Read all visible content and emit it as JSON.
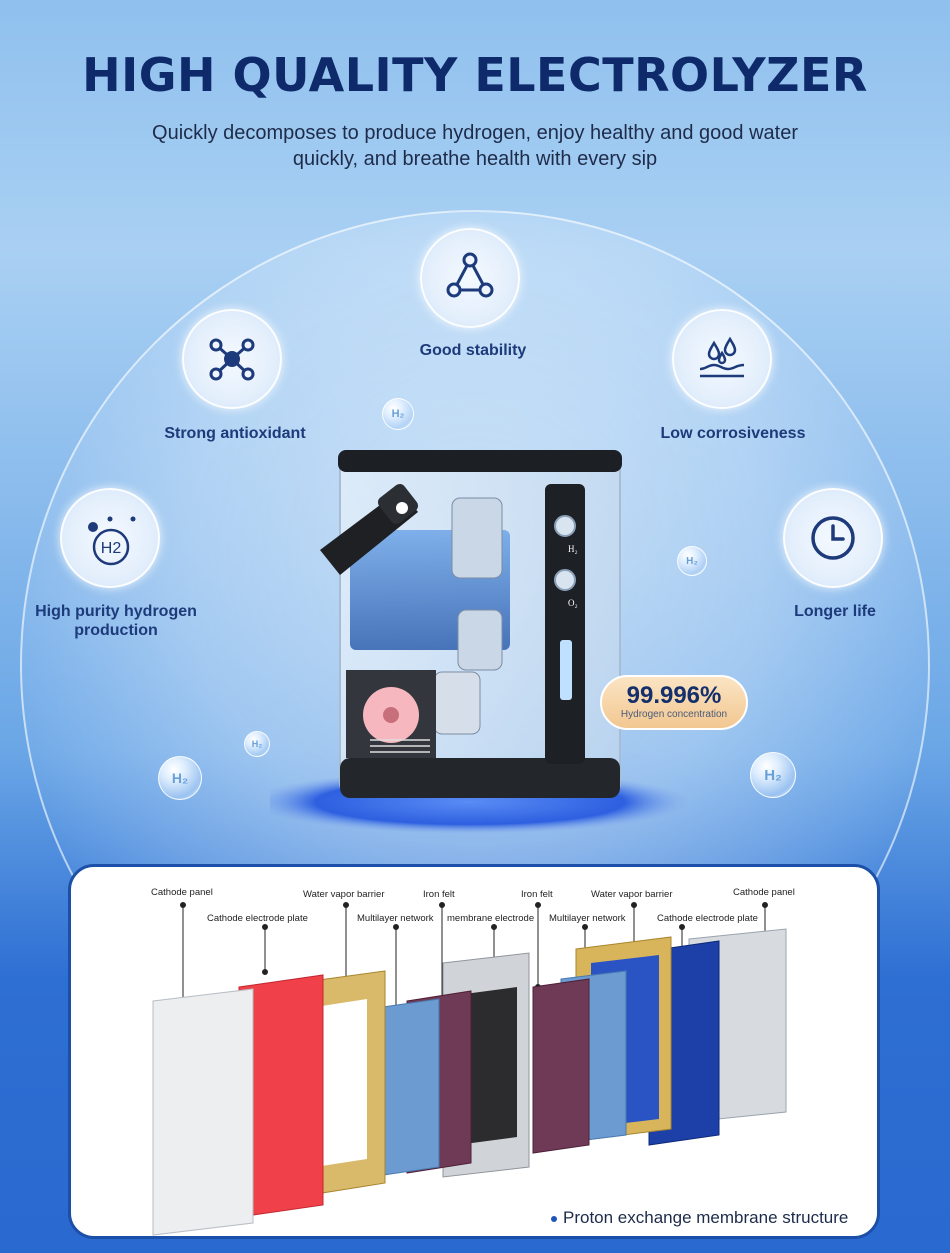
{
  "header": {
    "title": "HIGH QUALITY ELECTROLYZER",
    "subtitle": "Quickly decomposes to produce hydrogen, enjoy healthy and good water quickly, and breathe health with every sip"
  },
  "features": [
    {
      "label": "Good stability",
      "icon": "triangle-nodes-icon"
    },
    {
      "label": "Strong antioxidant",
      "icon": "molecule-icon"
    },
    {
      "label": "Low corrosiveness",
      "icon": "water-drops-icon"
    },
    {
      "label": "High purity hydrogen production",
      "icon": "h2-bubbles-icon"
    },
    {
      "label": "Longer life",
      "icon": "clock-icon"
    }
  ],
  "bubble_label": "H₂",
  "h2_icon_text": "H2",
  "stat": {
    "value": "99.996%",
    "caption": "Hydrogen concentration"
  },
  "device_labels": {
    "h2": "H₂",
    "o2": "O₂"
  },
  "diagram": {
    "labels": [
      "Cathode panel",
      "Cathode electrode plate",
      "Water vapor barrier",
      "Multilayer network",
      "Iron felt",
      "membrane electrode",
      "Iron felt",
      "Multilayer network",
      "Water vapor barrier",
      "Cathode electrode plate",
      "Cathode panel"
    ],
    "caption": "Proton exchange membrane structure"
  },
  "colors": {
    "title": "#0e2a6b",
    "accent_blue": "#1b4fa8",
    "stat_pill": "#f2c791"
  }
}
